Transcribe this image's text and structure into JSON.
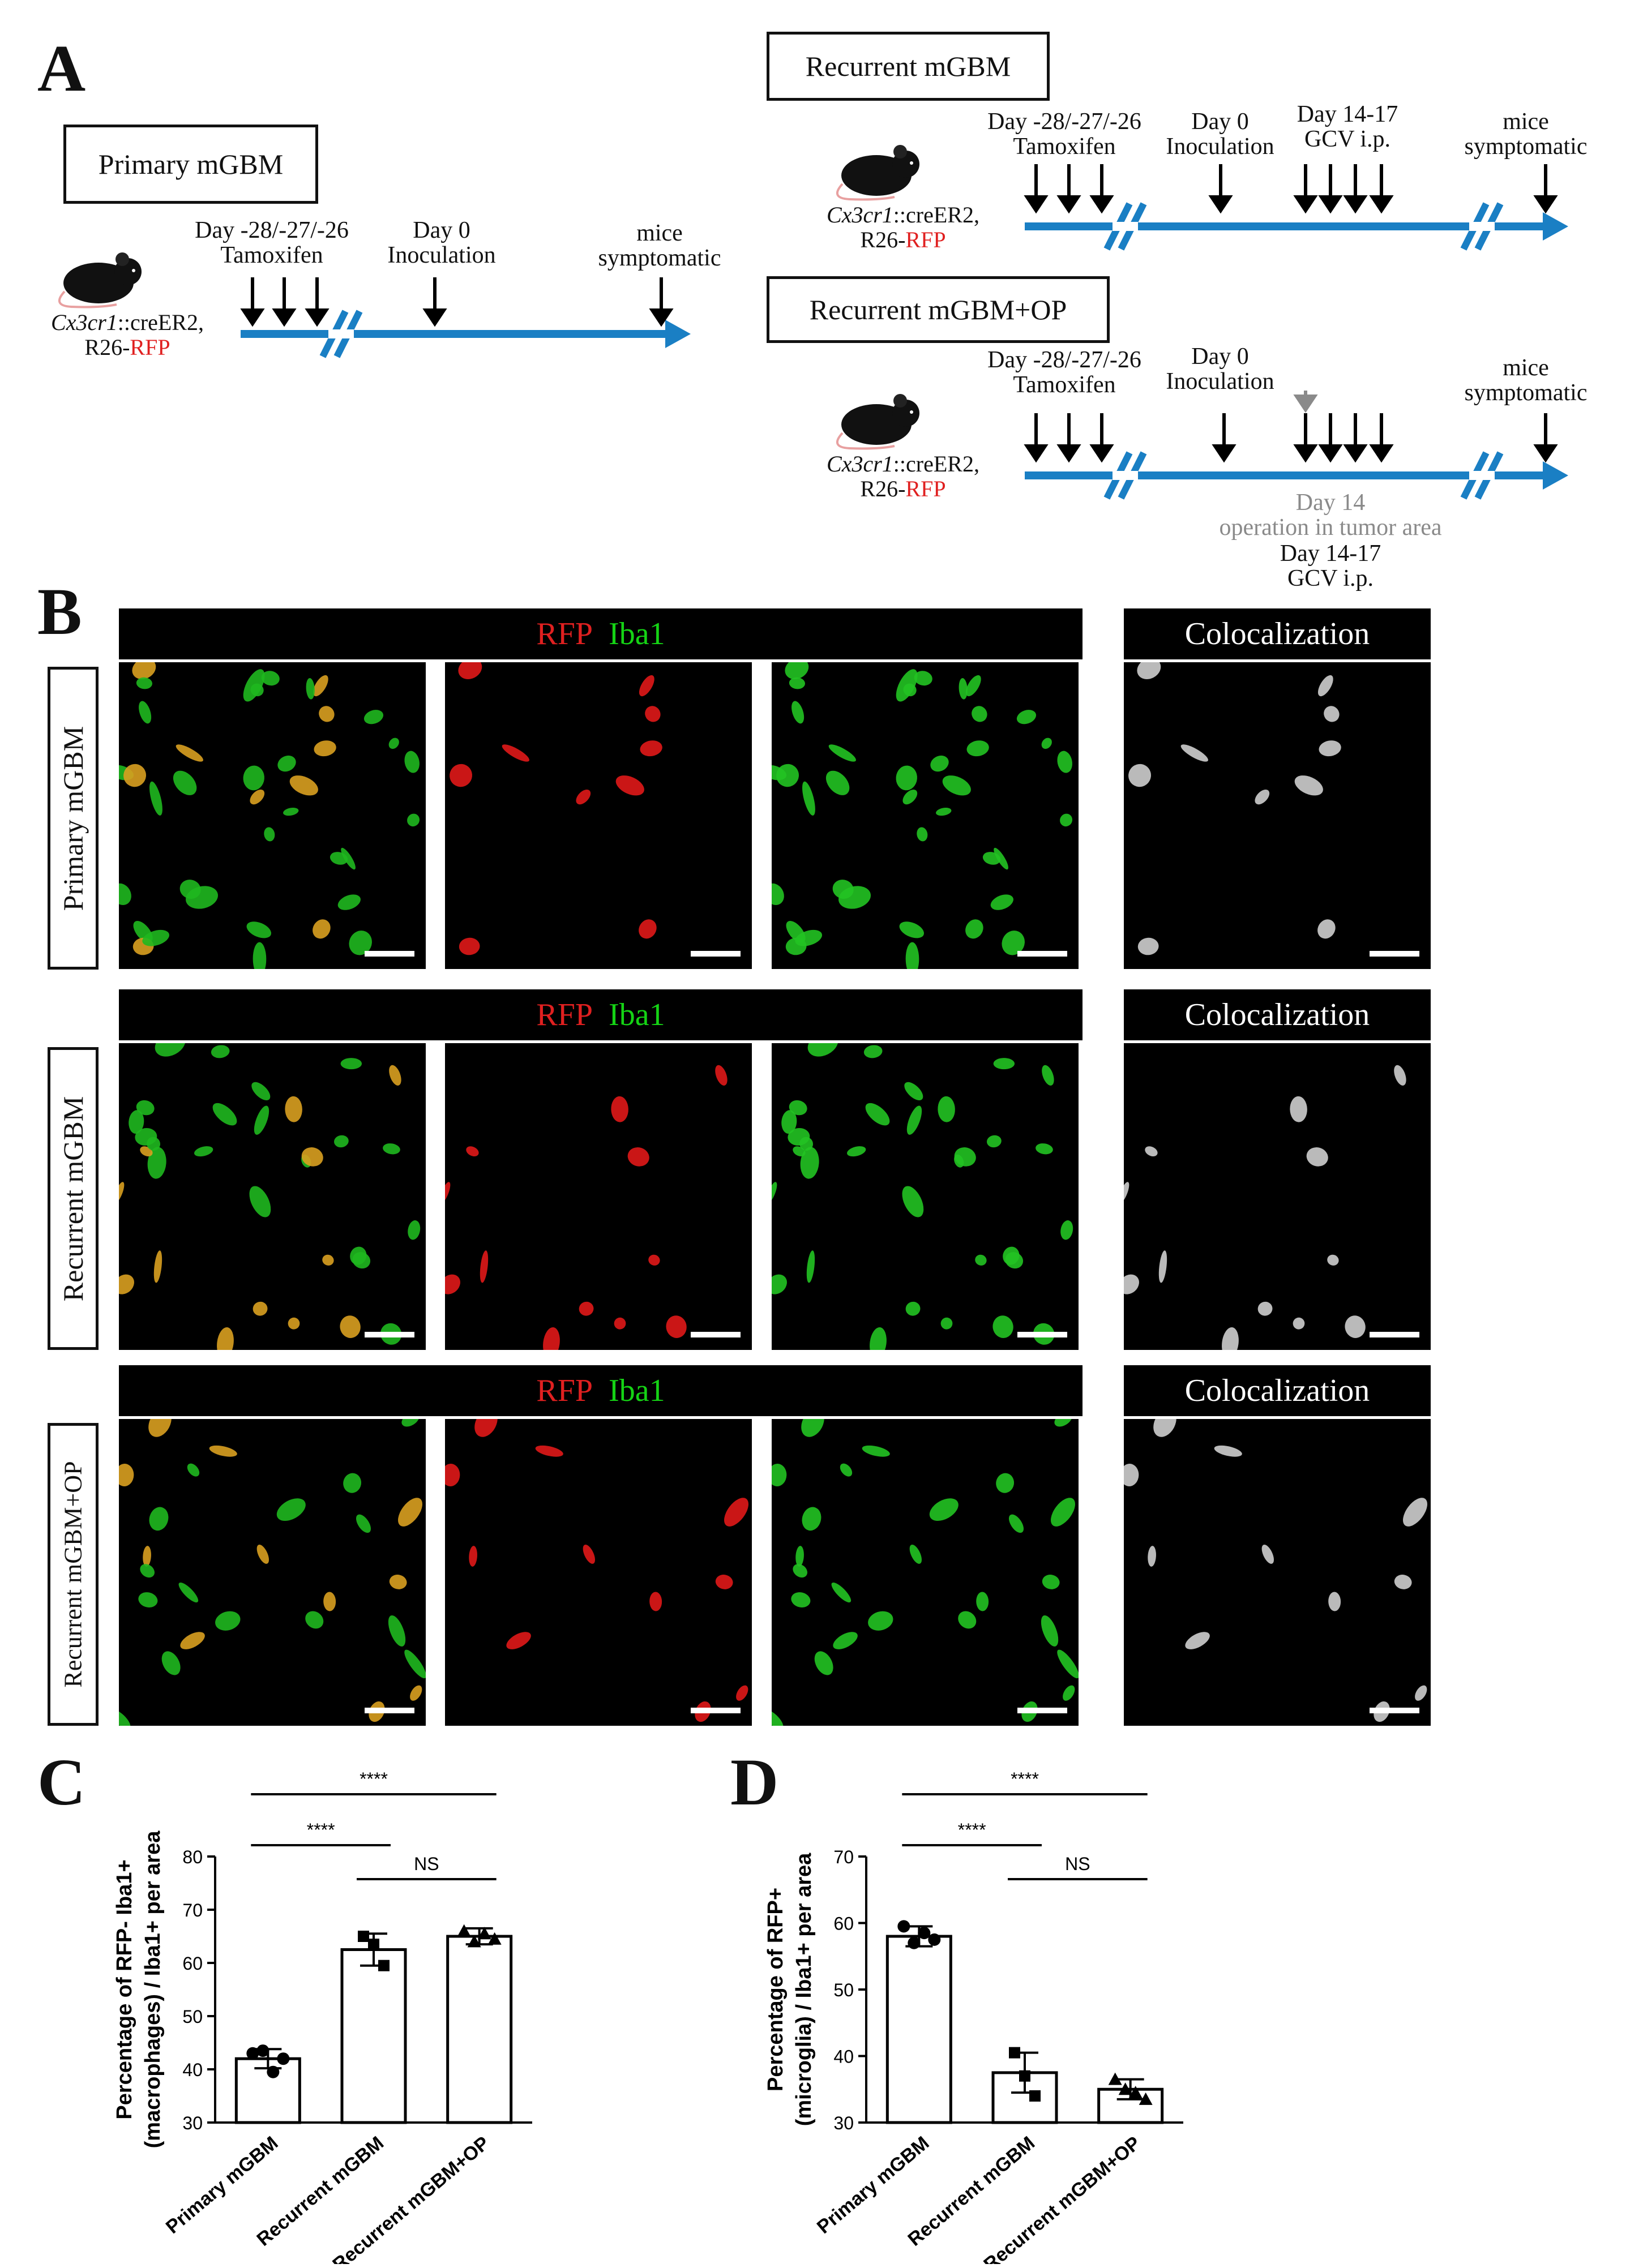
{
  "panels": {
    "A": "A",
    "B": "B",
    "C": "C",
    "D": "D"
  },
  "timeline": {
    "primary": {
      "title": "Primary mGBM",
      "tamoxifen": [
        "Day -28/-27/-26",
        "Tamoxifen"
      ],
      "inoculation": [
        "Day 0",
        "Inoculation"
      ],
      "symptomatic": [
        "mice",
        "symptomatic"
      ],
      "mouse_label": {
        "strain_italic": "Cx3cr1",
        "strain_rest": "::creER2,",
        "line2_prefix": "R26-",
        "line2_red": "RFP"
      }
    },
    "recurrent": {
      "title": "Recurrent mGBM",
      "tamoxifen": [
        "Day -28/-27/-26",
        "Tamoxifen"
      ],
      "inoculation": [
        "Day 0",
        "Inoculation"
      ],
      "gcv": [
        "Day 14-17",
        "GCV i.p."
      ],
      "symptomatic": [
        "mice",
        "symptomatic"
      ],
      "mouse_label": {
        "strain_italic": "Cx3cr1",
        "strain_rest": "::creER2,",
        "line2_prefix": "R26-",
        "line2_red": "RFP"
      }
    },
    "recurrent_op": {
      "title": "Recurrent mGBM+OP",
      "tamoxifen": [
        "Day -28/-27/-26",
        "Tamoxifen"
      ],
      "inoculation": [
        "Day 0",
        "Inoculation"
      ],
      "symptomatic": [
        "mice",
        "symptomatic"
      ],
      "operation": [
        "Day 14",
        "operation in tumor area"
      ],
      "gcv": [
        "Day 14-17",
        "GCV i.p."
      ],
      "mouse_label": {
        "strain_italic": "Cx3cr1",
        "strain_rest": "::creER2,",
        "line2_prefix": "R26-",
        "line2_red": "RFP"
      }
    }
  },
  "imaging": {
    "header_rfp": "RFP",
    "header_iba1": "Iba1",
    "header_coloc": "Colocalization",
    "rows": [
      "Primary mGBM",
      "Recurrent mGBM",
      "Recurrent mGBM+OP"
    ]
  },
  "colors": {
    "timeline_blue": "#1a7fc4",
    "rfp_red": "#e02020",
    "iba1_green": "#15d315",
    "op_gray": "#8a8a8a"
  },
  "chart_data": [
    {
      "type": "bar",
      "panel": "C",
      "ylabel": [
        "Percentage of RFP- Iba1+",
        "(macrophages) / Iba1+ per area"
      ],
      "categories": [
        "Primary mGBM",
        "Recurrent mGBM",
        "Recurrent mGBM+OP"
      ],
      "values": [
        42,
        62.5,
        65
      ],
      "error": [
        1.8,
        3.0,
        1.5
      ],
      "points": [
        [
          43,
          43.5,
          39.5,
          42
        ],
        [
          65,
          63.5,
          59.5
        ],
        [
          66,
          64,
          65.5,
          64.5
        ]
      ],
      "ylim": [
        30,
        80
      ],
      "yticks": [
        30,
        40,
        50,
        60,
        70,
        80
      ],
      "significance": [
        {
          "from": 0,
          "to": 1,
          "label": "****"
        },
        {
          "from": 0,
          "to": 2,
          "label": "****"
        },
        {
          "from": 1,
          "to": 2,
          "label": "NS"
        }
      ]
    },
    {
      "type": "bar",
      "panel": "D",
      "ylabel": [
        "Percentage of RFP+",
        "(microglia) / Iba1+ per area"
      ],
      "categories": [
        "Primary mGBM",
        "Recurrent mGBM",
        "Recurrent mGBM+OP"
      ],
      "values": [
        58,
        37.5,
        35
      ],
      "error": [
        1.5,
        3.0,
        1.5
      ],
      "points": [
        [
          59.5,
          57,
          58.5,
          57.5
        ],
        [
          40.5,
          37,
          34
        ],
        [
          36.5,
          35,
          34.5,
          33.5
        ]
      ],
      "ylim": [
        30,
        70
      ],
      "yticks": [
        30,
        40,
        50,
        60,
        70
      ],
      "significance": [
        {
          "from": 0,
          "to": 1,
          "label": "****"
        },
        {
          "from": 0,
          "to": 2,
          "label": "****"
        },
        {
          "from": 1,
          "to": 2,
          "label": "NS"
        }
      ]
    }
  ]
}
